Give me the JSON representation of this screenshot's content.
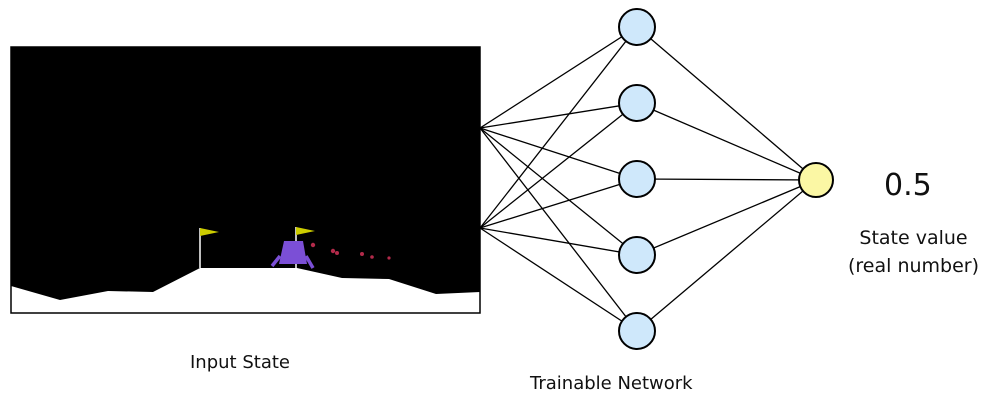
{
  "input_state": {
    "label": "Input State",
    "sky_color": "#000000",
    "ground_color": "#ffffff",
    "flag_color": "#cccc00",
    "lander_color": "#7b4fd6",
    "particle_color": "#b22a4a"
  },
  "network": {
    "label": "Trainable Network",
    "hidden_node_count": 5,
    "hidden_node_color": "#cfe8fb",
    "output_node_color": "#fbf7a4",
    "edge_color": "#000000"
  },
  "output": {
    "value": "0.5",
    "caption_line1": "State value",
    "caption_line2": "(real number)"
  }
}
